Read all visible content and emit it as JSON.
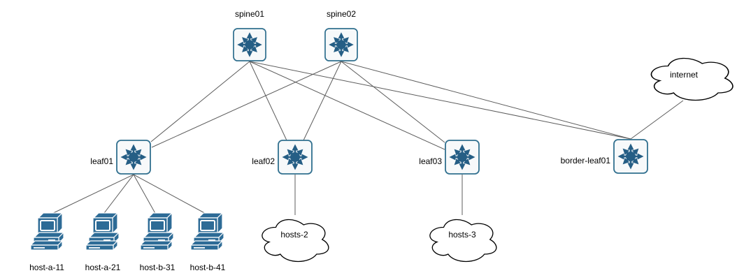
{
  "diagram": {
    "kind": "network-topology",
    "background": "#ffffff"
  },
  "colors": {
    "edge": "#5c5c5c",
    "node_fill": "#f7f9fa",
    "node_border": "#31708f",
    "switch_icon": "#255e85",
    "pc_blue": "#2d6b96",
    "cloud_fill": "#ffffff",
    "cloud_border": "#000000",
    "label_color": "#000000"
  },
  "nodes": {
    "spine01": {
      "label": "spine01",
      "type": "l3-switch"
    },
    "spine02": {
      "label": "spine02",
      "type": "l3-switch"
    },
    "leaf01": {
      "label": "leaf01",
      "type": "l3-switch"
    },
    "leaf02": {
      "label": "leaf02",
      "type": "l3-switch"
    },
    "leaf03": {
      "label": "leaf03",
      "type": "l3-switch"
    },
    "border_leaf01": {
      "label": "border-leaf01",
      "type": "l3-switch"
    },
    "host_a_11": {
      "label": "host-a-11",
      "type": "pc"
    },
    "host_a_21": {
      "label": "host-a-21",
      "type": "pc"
    },
    "host_b_31": {
      "label": "host-b-31",
      "type": "pc"
    },
    "host_b_41": {
      "label": "host-b-41",
      "type": "pc"
    },
    "hosts_2": {
      "label": "hosts-2",
      "type": "cloud"
    },
    "hosts_3": {
      "label": "hosts-3",
      "type": "cloud"
    },
    "internet": {
      "label": "internet",
      "type": "cloud"
    }
  },
  "edges": [
    {
      "from": "spine01",
      "to": "leaf01"
    },
    {
      "from": "spine01",
      "to": "leaf02"
    },
    {
      "from": "spine01",
      "to": "leaf03"
    },
    {
      "from": "spine01",
      "to": "border-leaf01"
    },
    {
      "from": "spine02",
      "to": "leaf01"
    },
    {
      "from": "spine02",
      "to": "leaf02"
    },
    {
      "from": "spine02",
      "to": "leaf03"
    },
    {
      "from": "spine02",
      "to": "border-leaf01"
    },
    {
      "from": "leaf01",
      "to": "host-a-11"
    },
    {
      "from": "leaf01",
      "to": "host-a-21"
    },
    {
      "from": "leaf01",
      "to": "host-b-31"
    },
    {
      "from": "leaf01",
      "to": "host-b-41"
    },
    {
      "from": "leaf02",
      "to": "hosts-2"
    },
    {
      "from": "leaf03",
      "to": "hosts-3"
    },
    {
      "from": "border-leaf01",
      "to": "internet"
    }
  ]
}
